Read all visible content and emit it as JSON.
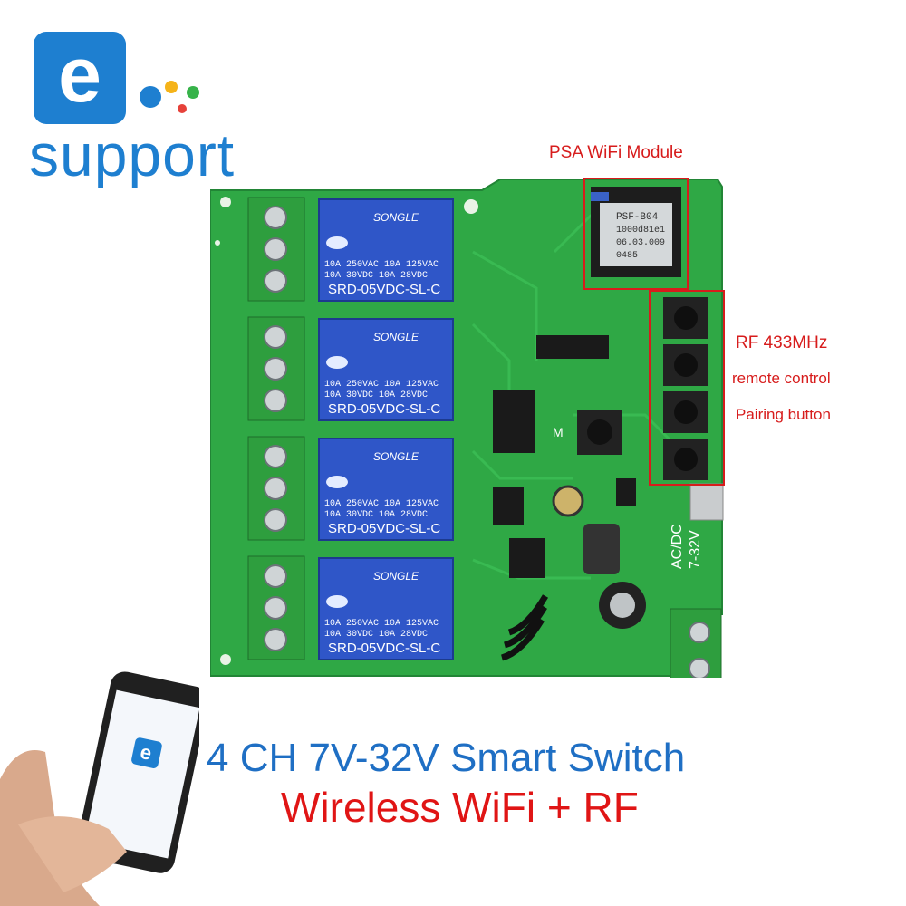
{
  "logo": {
    "letter": "e",
    "word": "support"
  },
  "labels": {
    "wifi_module": "PSA WiFi Module",
    "rf_line1": "RF 433MHz",
    "rf_line2": "remote control",
    "rf_line3": "Pairing button"
  },
  "relays": [
    {
      "brand": "SONGLE",
      "line1": "10A 250VAC  10A 125VAC",
      "line2": "10A  30VDC  10A  28VDC",
      "model": "SRD-05VDC-SL-C"
    },
    {
      "brand": "SONGLE",
      "line1": "10A 250VAC  10A 125VAC",
      "line2": "10A  30VDC  10A  28VDC",
      "model": "SRD-05VDC-SL-C"
    },
    {
      "brand": "SONGLE",
      "line1": "10A 250VAC  10A 125VAC",
      "line2": "10A  30VDC  10A  28VDC",
      "model": "SRD-05VDC-SL-C"
    },
    {
      "brand": "SONGLE",
      "line1": "10A 250VAC  10A 125VAC",
      "line2": "10A  30VDC  10A  28VDC",
      "model": "SRD-05VDC-SL-C"
    }
  ],
  "module_text": [
    "PSF-B04",
    "1000d81e1",
    "06.03.009",
    "0485"
  ],
  "board_marks": {
    "power": "AC/DC",
    "voltage": "7-32V",
    "m": "M"
  },
  "title": {
    "line1": "4 CH 7V-32V Smart Switch",
    "line2": "Wireless WiFi + RF"
  },
  "colors": {
    "brand_blue": "#1e7fd0",
    "title_blue": "#1f6fc4",
    "title_red": "#e01515",
    "pcb_green": "#2fa845",
    "relay_blue": "#2f56c8"
  }
}
